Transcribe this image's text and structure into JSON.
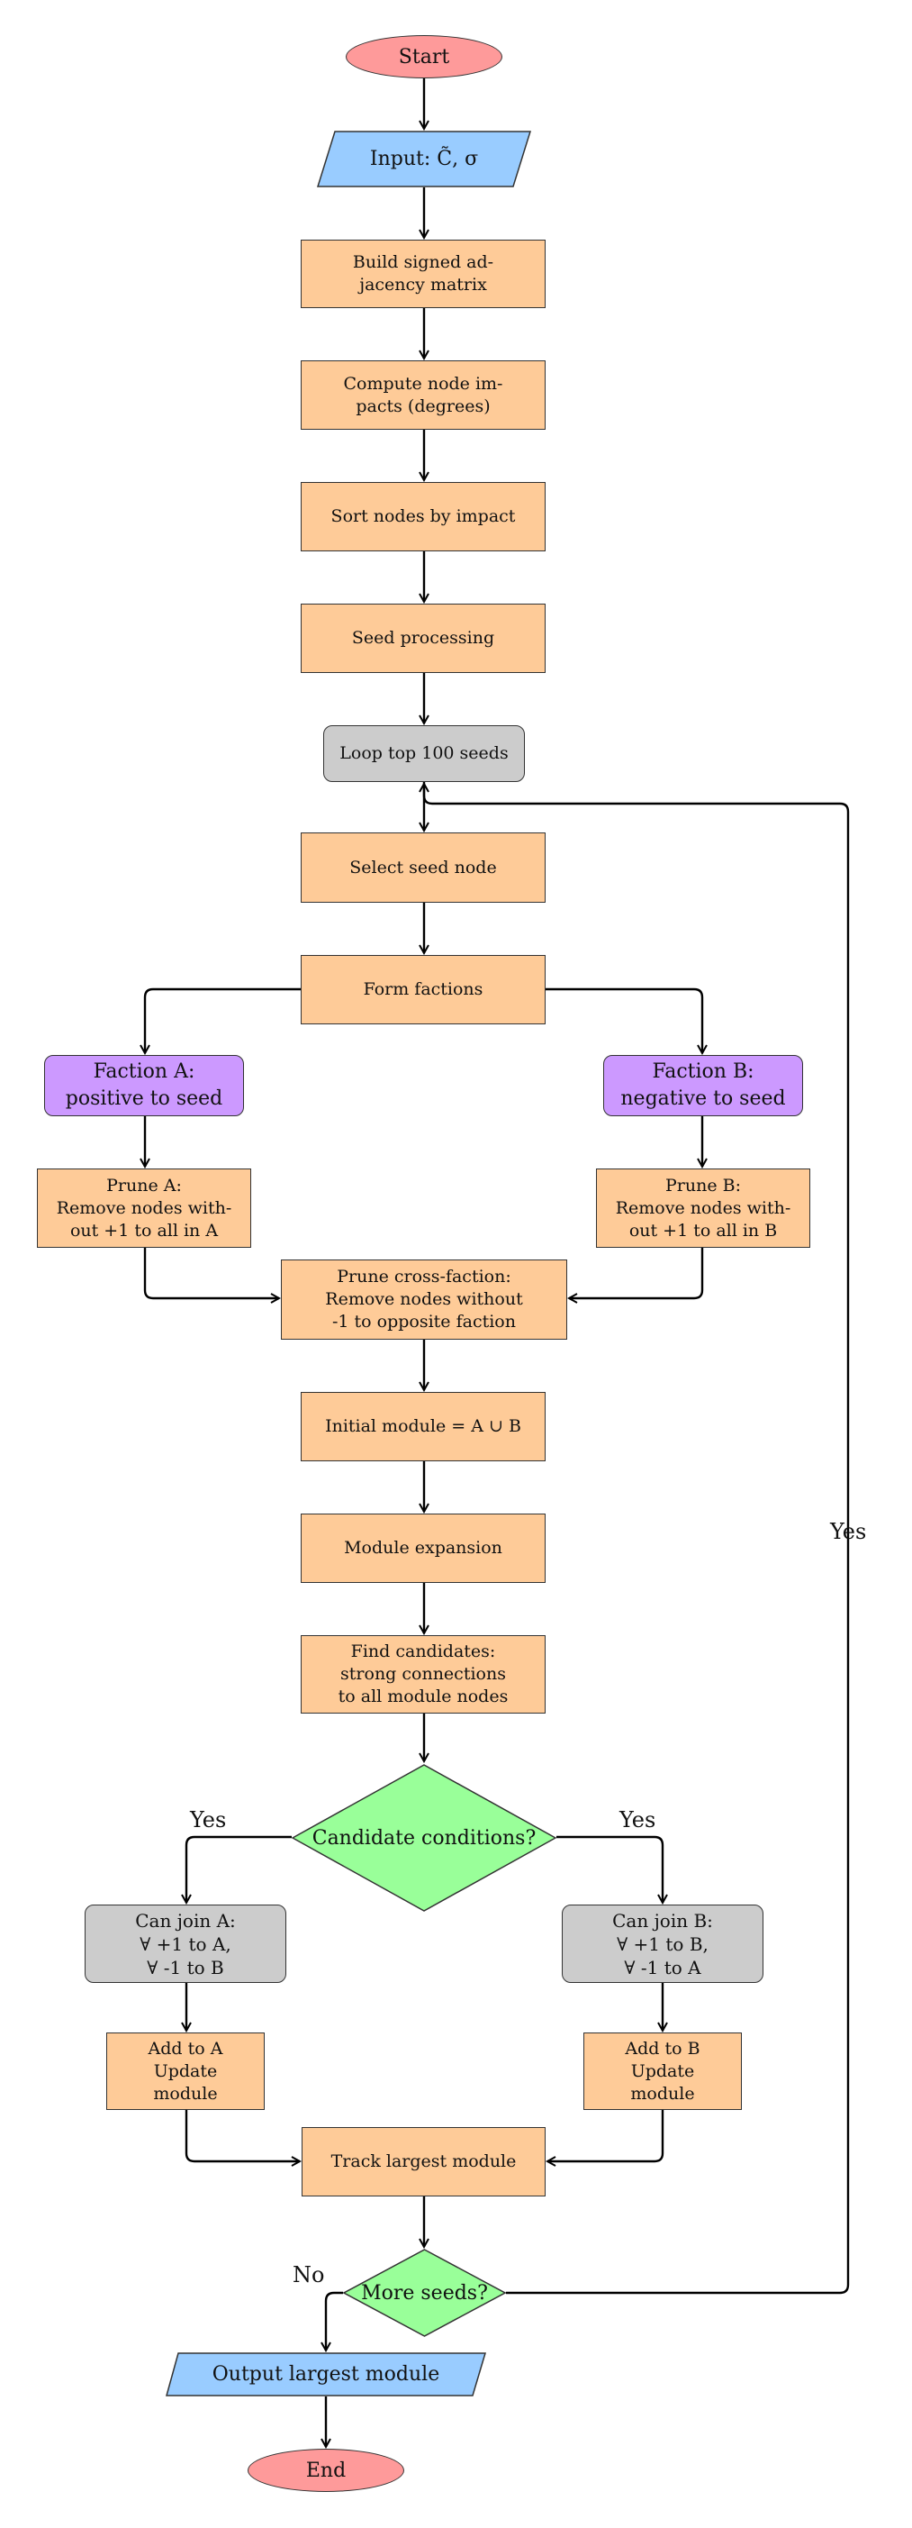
{
  "colors": {
    "process": "#fecb98",
    "io": "#99ccff",
    "terminal": "#fe9a9a",
    "decision": "#99ff99",
    "faction": "#cc99ff",
    "grey": "#cccccc",
    "stroke": "#000000"
  },
  "nodes": {
    "start": "Start",
    "input": "Input: C̃, σ",
    "build": "Build signed ad-\njacency matrix",
    "compute": "Compute node im-\npacts (degrees)",
    "sort": "Sort nodes by impact",
    "seed_processing": "Seed processing",
    "loop": "Loop top 100 seeds",
    "select": "Select seed node",
    "form": "Form factions",
    "faction_a": "Faction A:\npositive to seed",
    "faction_b": "Faction B:\nnegative to seed",
    "prune_a": "Prune A:\nRemove nodes with-\nout +1 to all in A",
    "prune_b": "Prune B:\nRemove nodes with-\nout +1 to all in B",
    "prune_cross": "Prune cross-faction:\nRemove nodes without\n-1 to opposite faction",
    "initial": "Initial module = A ∪ B",
    "expansion": "Module expansion",
    "find": "Find candidates:\nstrong connections\nto all module nodes",
    "candidate": "Candidate conditions?",
    "join_a": "Can join A:\n∀ +1 to A,\n∀ -1 to B",
    "join_b": "Can join B:\n∀ +1 to B,\n∀ -1 to A",
    "add_a": "Add to A\nUpdate\nmodule",
    "add_b": "Add to B\nUpdate\nmodule",
    "track": "Track largest module",
    "more": "More seeds?",
    "output": "Output largest module",
    "end": "End"
  },
  "edge_labels": {
    "yes_left": "Yes",
    "yes_right": "Yes",
    "yes_loop": "Yes",
    "no": "No"
  }
}
